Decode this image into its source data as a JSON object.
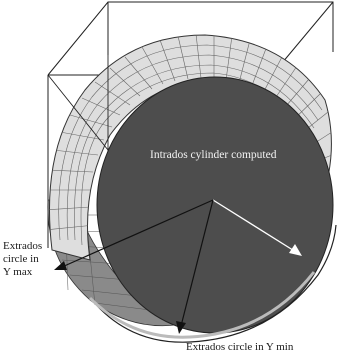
{
  "labels": {
    "intrados": "Intrados cylinder computed",
    "extrados_ymax_l1": "Extrados",
    "extrados_ymax_l2": "circle in",
    "extrados_ymax_l3": "Y max",
    "extrados_ymin": "Extrados circle in Y min"
  },
  "colors": {
    "disk_face": "#4f4f4f",
    "ring_tiles": "#dcdcdc",
    "tile_lines": "#5a5a5a",
    "edges": "#222222",
    "background": "#ffffff"
  }
}
